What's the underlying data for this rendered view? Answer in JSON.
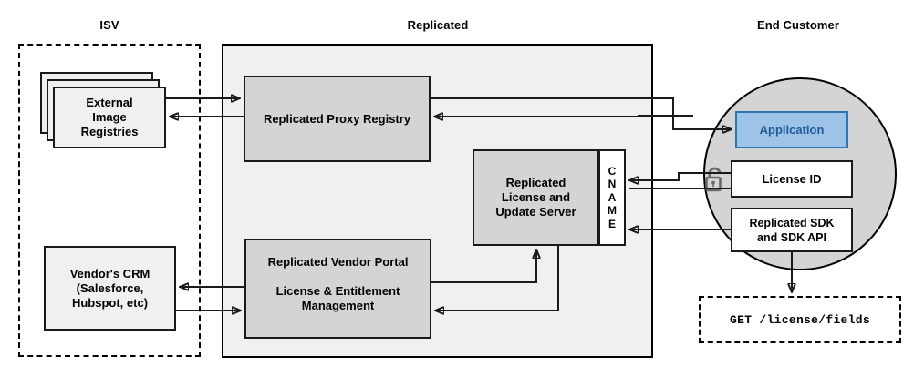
{
  "headers": [
    {
      "id": "isv",
      "label": "ISV"
    },
    {
      "id": "replicated",
      "label": "Replicated"
    },
    {
      "id": "end-customer",
      "label": "End Customer"
    }
  ],
  "isv": {
    "registries": "External\nImage\nRegistries",
    "registries_lines": [
      "External",
      "Image",
      "Registries"
    ],
    "crm_lines": [
      "Vendor's CRM",
      "(Salesforce,",
      "Hubspot, etc)"
    ]
  },
  "replicated": {
    "proxy_registry": "Replicated Proxy Registry",
    "license_server_lines": [
      "Replicated",
      "License and",
      "Update Server"
    ],
    "cname_letters": [
      "C",
      "N",
      "A",
      "M",
      "E"
    ],
    "vendor_portal_lines": [
      "Replicated Vendor Portal",
      "",
      "License & Entitlement",
      "Management"
    ]
  },
  "customer": {
    "application": "Application",
    "license_id": "License ID",
    "sdk_lines": [
      "Replicated SDK",
      "and SDK API"
    ],
    "lock_icon": "open-padlock-icon"
  },
  "request": {
    "method_path": "GET /license/fields"
  },
  "colors": {
    "node_fill": "#d4d4d4",
    "light_fill": "#f0f0f0",
    "app_fill": "#9dc3e6",
    "app_text": "#1f5c99",
    "stroke": "#1a1a1a",
    "circle_fill": "#d4d4d4"
  }
}
